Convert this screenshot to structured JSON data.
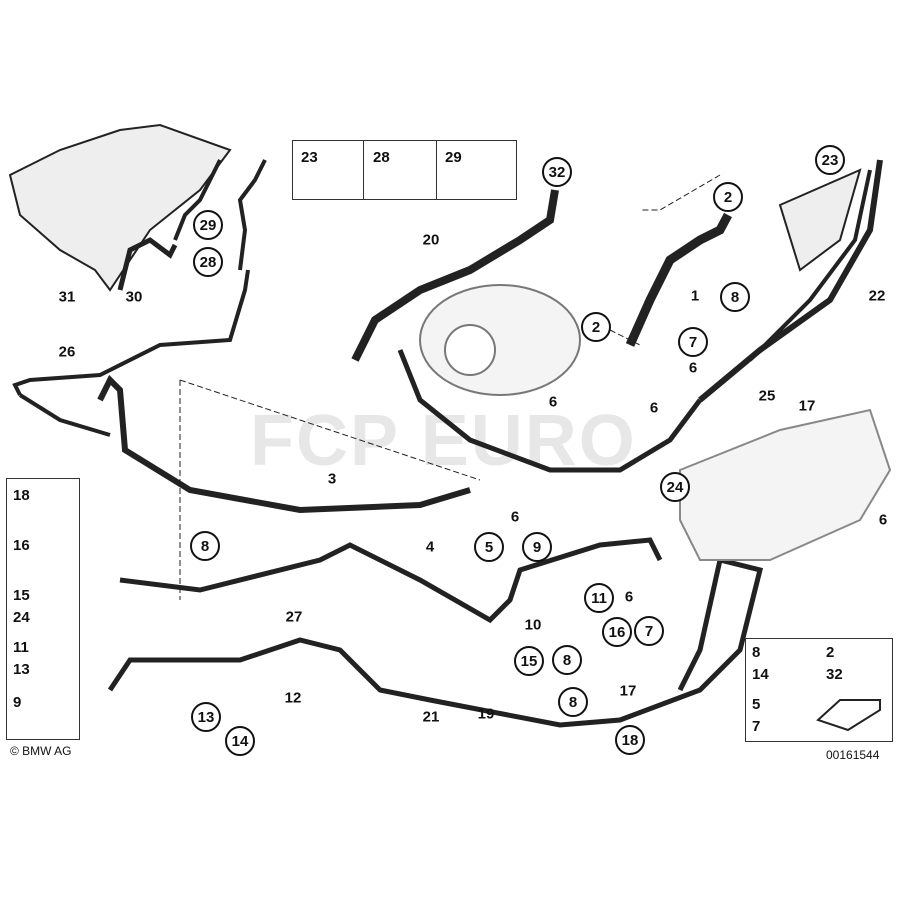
{
  "callouts": [
    {
      "text": "23",
      "circled": true
    },
    {
      "text": "32",
      "circled": true
    },
    {
      "text": "2",
      "circled": true
    },
    {
      "text": "29",
      "circled": true
    },
    {
      "text": "28",
      "circled": true
    },
    {
      "text": "20",
      "circled": false
    },
    {
      "text": "1",
      "circled": false
    },
    {
      "text": "8",
      "circled": true
    },
    {
      "text": "22",
      "circled": false
    },
    {
      "text": "31",
      "circled": false
    },
    {
      "text": "30",
      "circled": false
    },
    {
      "text": "26",
      "circled": false
    },
    {
      "text": "2",
      "circled": true
    },
    {
      "text": "7",
      "circled": true
    },
    {
      "text": "6",
      "circled": false
    },
    {
      "text": "6",
      "circled": false
    },
    {
      "text": "6",
      "circled": false
    },
    {
      "text": "25",
      "circled": false
    },
    {
      "text": "17",
      "circled": false
    },
    {
      "text": "24",
      "circled": true
    },
    {
      "text": "3",
      "circled": false
    },
    {
      "text": "6",
      "circled": false
    },
    {
      "text": "5",
      "circled": true
    },
    {
      "text": "6",
      "circled": false
    },
    {
      "text": "8",
      "circled": true
    },
    {
      "text": "4",
      "circled": false
    },
    {
      "text": "9",
      "circled": true
    },
    {
      "text": "11",
      "circled": true
    },
    {
      "text": "6",
      "circled": false
    },
    {
      "text": "27",
      "circled": false
    },
    {
      "text": "10",
      "circled": false
    },
    {
      "text": "7",
      "circled": true
    },
    {
      "text": "16",
      "circled": true
    },
    {
      "text": "8",
      "circled": true
    },
    {
      "text": "15",
      "circled": true
    },
    {
      "text": "17",
      "circled": false
    },
    {
      "text": "12",
      "circled": false
    },
    {
      "text": "13",
      "circled": true
    },
    {
      "text": "14",
      "circled": true
    },
    {
      "text": "19",
      "circled": false
    },
    {
      "text": "8",
      "circled": true
    },
    {
      "text": "18",
      "circled": true
    },
    {
      "text": "21",
      "circled": false
    }
  ],
  "top_box": [
    "23",
    "28",
    "29"
  ],
  "left_column": [
    "18",
    "16",
    "15",
    "24",
    "11",
    "13",
    "9"
  ],
  "bottom_right_box": [
    "8",
    "14",
    "2",
    "32",
    "5",
    "7"
  ],
  "copyright": "© BMW AG",
  "diagram_number": "00161544",
  "watermark": "FCP EURO"
}
